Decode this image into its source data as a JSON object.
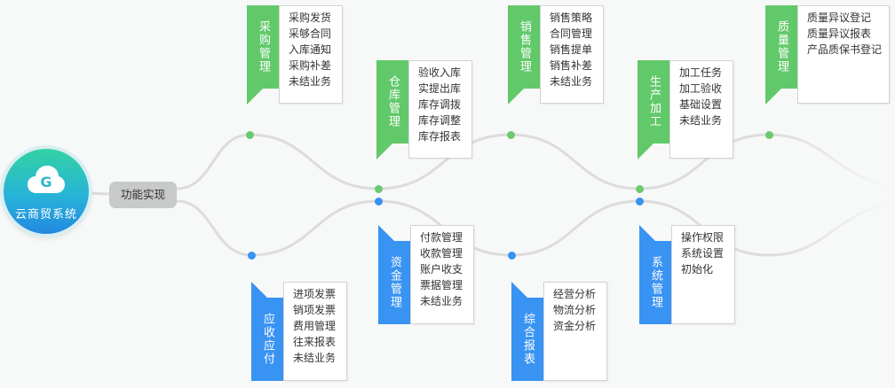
{
  "hub": {
    "label": "云商贸系统",
    "icon": "cloud-g-icon",
    "icon_letter": "G"
  },
  "function_label": "功能实现",
  "colors": {
    "green": "#62c96a",
    "blue": "#3993f2",
    "line": "#dcdcdc"
  },
  "modules": [
    {
      "id": "purchase",
      "title": "采购管理",
      "color": "green",
      "items": [
        "采购发货",
        "采够合同",
        "入库通知",
        "采购补差",
        "未结业务"
      ]
    },
    {
      "id": "warehouse",
      "title": "仓库管理",
      "color": "green",
      "items": [
        "验收入库",
        "实提出库",
        "库存调拨",
        "库存调整",
        "库存报表"
      ]
    },
    {
      "id": "sales",
      "title": "销售管理",
      "color": "green",
      "items": [
        "销售策略",
        "合同管理",
        "销售提单",
        "销售补差",
        "未结业务"
      ]
    },
    {
      "id": "production",
      "title": "生产加工",
      "color": "green",
      "items": [
        "加工任务",
        "加工验收",
        "基础设置",
        "未结业务"
      ]
    },
    {
      "id": "quality",
      "title": "质量管理",
      "color": "green",
      "items": [
        "质量异议登记",
        "质量异议报表",
        "产品质保书登记"
      ]
    },
    {
      "id": "receivable",
      "title": "应收应付",
      "color": "blue",
      "items": [
        "进项发票",
        "销项发票",
        "费用管理",
        "往来报表",
        "未结业务"
      ]
    },
    {
      "id": "funds",
      "title": "资金管理",
      "color": "blue",
      "items": [
        "付款管理",
        "收款管理",
        "账户收支",
        "票据管理",
        "未结业务"
      ]
    },
    {
      "id": "report",
      "title": "综合报表",
      "color": "blue",
      "items": [
        "经营分析",
        "物流分析",
        "资金分析"
      ]
    },
    {
      "id": "system",
      "title": "系统管理",
      "color": "blue",
      "items": [
        "操作权限",
        "系统设置",
        "初始化"
      ]
    }
  ]
}
